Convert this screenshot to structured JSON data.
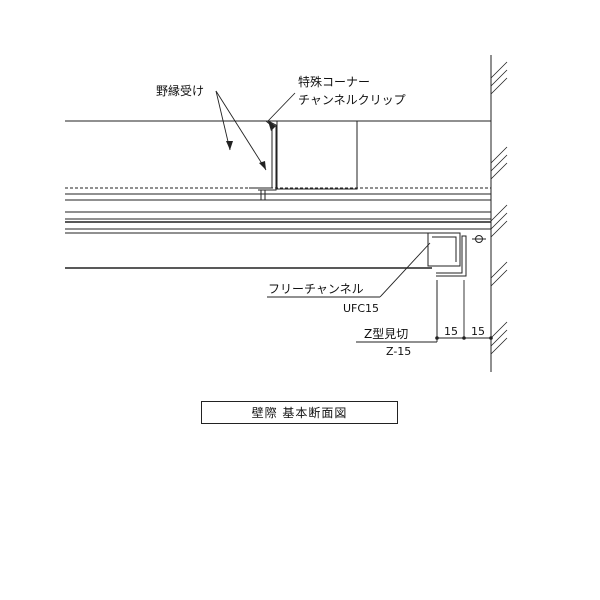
{
  "labels": {
    "nobuchi_uke": "野縁受け",
    "special_corner_line1": "特殊コーナー",
    "special_corner_line2": "チャンネルクリップ",
    "free_channel": "フリーチャンネル",
    "free_channel_code": "UFC15",
    "z_trim": "Z型見切",
    "z_trim_code": "Z-15"
  },
  "dimensions": [
    "15",
    "15"
  ],
  "title": "壁際 基本断面図"
}
